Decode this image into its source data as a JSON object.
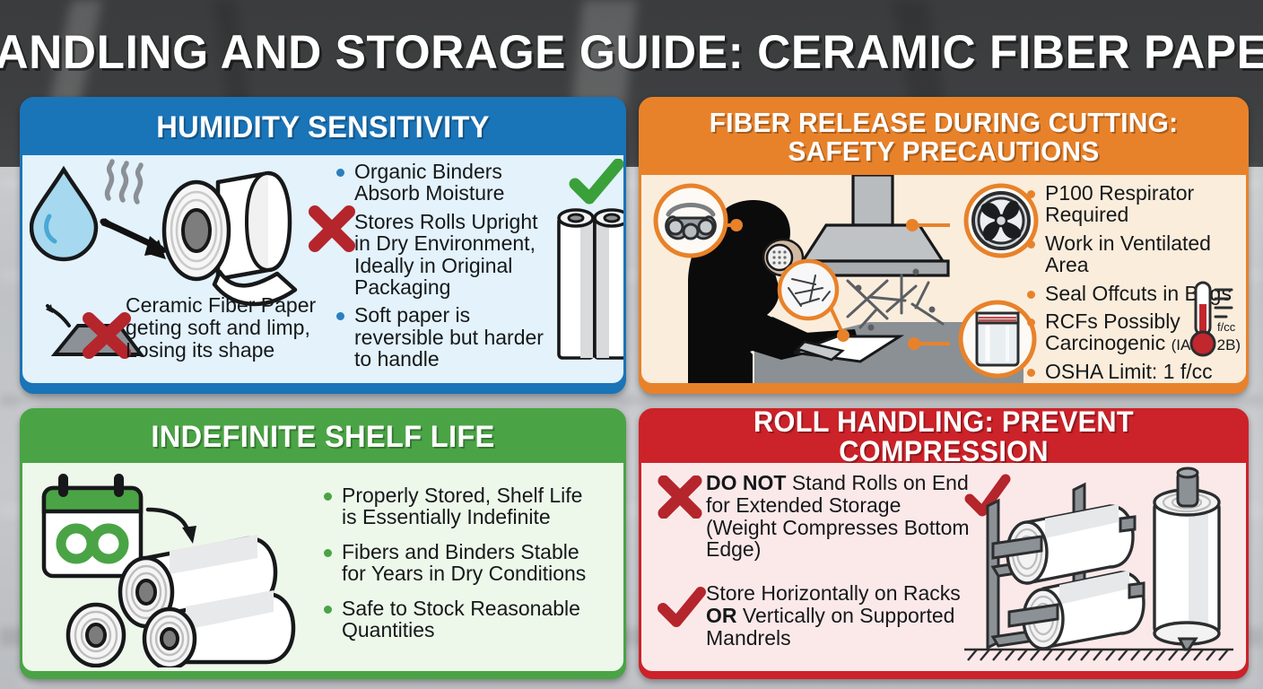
{
  "title": "HANDLING AND STORAGE GUIDE: CERAMIC FIBER PAPER",
  "colors": {
    "humidity": "#1a74b8",
    "fiber": "#e8822a",
    "shelf": "#4aa445",
    "roll": "#cc2229",
    "check": "#3aa03a",
    "cross": "#b5252c",
    "background_top": "#3e3f40",
    "background_bottom": "#c2c5c8"
  },
  "panels": {
    "humidity": {
      "header": "HUMIDITY SENSITIVITY",
      "caption": "Ceramic Fiber Paper geting soft and limp, Losing its shape",
      "bullets": [
        "Organic Binders Absorb Moisture",
        "Stores Rolls Upright in Dry Environment, Ideally in Original Packaging",
        "Soft paper is reversible but harder to handle"
      ],
      "icons": [
        "water-drop-icon",
        "steam-icon",
        "arrow-icon",
        "paper-roll-icon",
        "red-x-icon",
        "green-check-icon",
        "upright-rolls-icon",
        "collapsed-paper-icon"
      ]
    },
    "fiber": {
      "header_line1": "FIBER RELEASE DURING CUTTING:",
      "header_line2": "SAFETY PRECAUTIONS",
      "bullets": [
        "P100 Respirator Required",
        "Work in Ventilated Area",
        "Seal Offcuts in Bags",
        "RCFs Possibly Carcinogenic",
        "OSHA Limit: 1 f/cc"
      ],
      "bullet4_note": "(IARC 2B)",
      "thermometer_label": "f/cc",
      "icons": [
        "respirator-icon",
        "fan-icon",
        "zip-bag-icon",
        "fiber-magnifier-icon",
        "fume-hood-icon",
        "worker-silhouette-icon",
        "thermometer-icon"
      ]
    },
    "shelf": {
      "header": "INDEFINITE SHELF LIFE",
      "bullets": [
        "Properly Stored, Shelf Life is Essentially Indefinite",
        "Fibers and Binders Stable for Years in Dry Conditions",
        "Safe to Stock Reasonable Quantities"
      ],
      "icons": [
        "calendar-infinity-icon",
        "arrow-icon",
        "stacked-rolls-icon"
      ]
    },
    "roll": {
      "header": "ROLL HANDLING: PREVENT COMPRESSION",
      "items": [
        {
          "marker": "cross",
          "strong": "DO NOT",
          "text": " Stand Rolls on End for Extended Storage (Weight Compresses Bottom Edge)"
        },
        {
          "marker": "check",
          "pre": "Store Horizontally on Racks ",
          "strong": "OR",
          "post": " Vertically on Supported Mandrels"
        }
      ],
      "icons": [
        "red-x-icon",
        "red-check-icon",
        "roll-rack-icon",
        "vertical-mandrel-roll-icon",
        "floor-hatching-icon"
      ]
    }
  }
}
